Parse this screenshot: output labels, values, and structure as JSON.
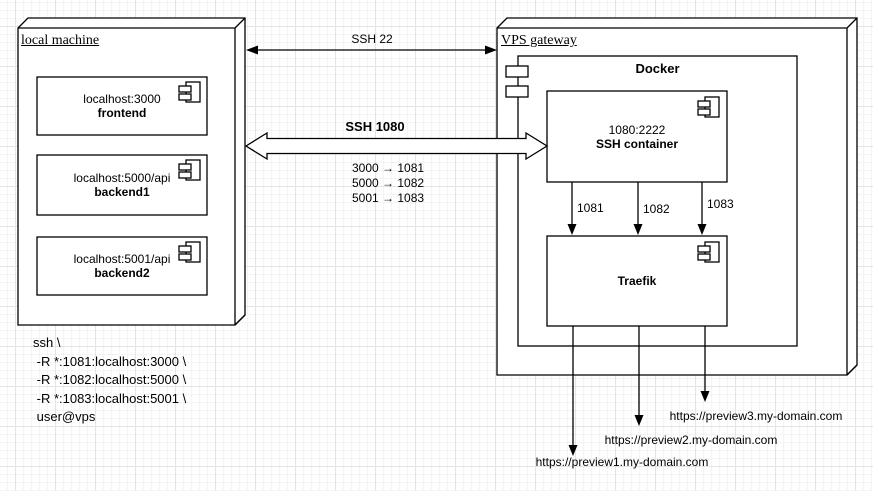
{
  "colors": {
    "stroke": "#000000",
    "shape_fill": "#ffffff",
    "background": "#ffffff",
    "grid_major": "#e4e4e4",
    "grid_minor": "#f4f4f4"
  },
  "diagram": {
    "local_machine": {
      "title": "local machine",
      "components": [
        {
          "line1": "localhost:3000",
          "line2": "frontend"
        },
        {
          "line1": "localhost:5000/api",
          "line2": "backend1"
        },
        {
          "line1": "localhost:5001/api",
          "line2": "backend2"
        }
      ]
    },
    "vps_gateway": {
      "title": "VPS gateway",
      "docker_label": "Docker",
      "ssh_container": {
        "line1": "1080:2222",
        "line2": "SSH container"
      },
      "traefik_label": "Traefik",
      "internal_ports": [
        "1081",
        "1082",
        "1083"
      ]
    },
    "connections": {
      "ssh_22": "SSH 22",
      "ssh_1080": "SSH 1080",
      "port_mappings": [
        "3000 → 1081",
        "5000 → 1082",
        "5001 → 1083"
      ]
    },
    "ssh_command": {
      "lines": [
        "ssh \\",
        " -R *:1081:localhost:3000 \\",
        " -R *:1082:localhost:5000 \\",
        " -R *:1083:localhost:5001 \\",
        " user@vps"
      ]
    },
    "preview_urls": [
      "https://preview1.my-domain.com",
      "https://preview2.my-domain.com",
      "https://preview3.my-domain.com"
    ]
  }
}
